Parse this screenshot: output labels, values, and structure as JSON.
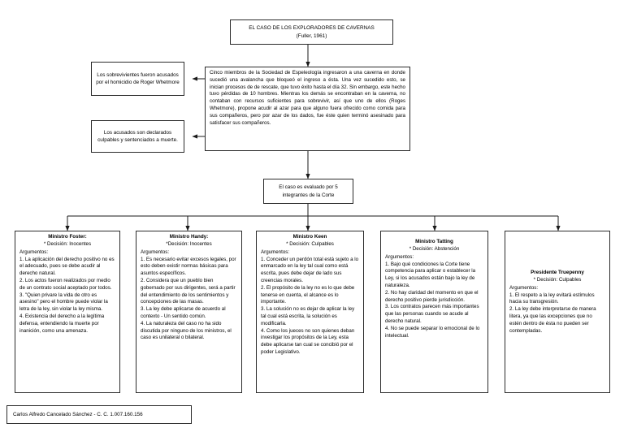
{
  "diagram": {
    "title_box": {
      "line1": "EL CASO DE LOS EXPLORADORES DE CAVERNAS",
      "line2": "(Fuller, 1961)"
    },
    "case_box": {
      "text": "Cinco miembros de la Sociedad de Espeleología ingresaron a una caverna en donde sucedió una avalancha que bloqueó el ingreso a ésta. Una vez sucedido esto, se inician procesos de de rescate, que tuvo éxito hasta el día 32. Sin embargo, este hecho tuvo pérdidas de 10 hombres. Mientras los demás se encontraban en la caverna, no contaban con recursos suficientes para sobrevivir, así que uno de ellos (Roges Whetmore), propone acudir al azar para que alguno fuera ofrecido como comida para sus compañeros, pero por azar de los dados, fue éste quien terminó asesinado para satisfacer sus compañeros."
    },
    "accused_box": {
      "text": "Los sobrevivientes fueron acusados por el homicidio de Roger Whetmore"
    },
    "guilty_box": {
      "text": "Los acusados son declarados culpables y sentenciados a muerte."
    },
    "court_box": {
      "text": "El caso es evaluado por 5 integrantes de la Corte"
    },
    "ministers": [
      {
        "name": "Ministro Foster:",
        "decision": "* Decisión: Inocentes",
        "args_label": "Argumentos:",
        "arguments": [
          "1. La aplicación del derecho positivo no es el adecuado, pues se debe acudir al derecho natural.",
          "2. Los actos fueron realizados por medio de un contrato social aceptado por todos.",
          "3. \"Quien privare la vida de otro es asesino\" pero el hombre puede violar la letra de la ley, sin violar la ley misma.",
          "4. Existencia del derecho a la legítima defensa, entendiendo la muerte por inanición, como una amenaza."
        ]
      },
      {
        "name": "Ministro Handy:",
        "decision": "*Decisión: Inocentes",
        "args_label": "Argumentos:",
        "arguments": [
          "1. Es necesario evitar excesos legales, por esto deben existir normas básicas para asuntos específicos.",
          "2. Considera que un pueblo bien gobernado por sus dirigentes, será a partir del entendimiento de los sentimientos y concepciones de las masas.",
          "3. La ley debe aplicarse de acuerdo al contexto - Un sentido común.",
          "4. La naturaleza del caso no ha sido discutida por ninguno de los ministros, el caso es unilateral o bilateral."
        ]
      },
      {
        "name": "Ministro Keen",
        "decision": "* Decisión: Culpables",
        "args_label": "Argumentos:",
        "arguments": [
          "1. Conceder un perdón total está sujeto a lo enmarcado en la ley tal cual como está escrita, pues debe dejar de lado sus creencias morales.",
          "2. El propósito de la ley no es lo que debe tenerse en cuenta, el alcance es lo importante.",
          "3. La solución no es dejar de aplicar la ley tal cual está escrita, la solución es modificarla.",
          "4. Como los jueces no son quienes deban investigar los propósitos de la Ley, esta debe aplicarse tan cual se concibió por el poder Legislativo."
        ]
      },
      {
        "name": "Ministro Tatting",
        "decision": "* Decisión: Abstención",
        "args_label": "Argumentos:",
        "arguments": [
          "1. Bajo qué condiciones la Corte tiene competencia para aplicar o establecer la Ley, si los acusados están bajo la ley de naturaleza.",
          "2. No hay claridad del momento en que el derecho positivo pierde jurisdicción.",
          "3. Los contratos parecen más importantes que las personas cuando se acude al derecho natural.",
          "4. No se puede separar lo emocional de lo intelectual."
        ]
      },
      {
        "name": "Presidente Truepenny",
        "decision": "* Decisión: Culpables",
        "args_label": "Argumentos:",
        "arguments": [
          "1. El respeto a la ley evitará estímulos hacia su transgresión.",
          "2. La ley debe interpretarse de manera litera, ya que las excepciones que no estén dentro de ésta no pueden ser contempladas."
        ]
      }
    ],
    "footer": {
      "text": "Carlos Alfredo Cancelado Sánchez - C. C. 1.007.160.156"
    },
    "colors": {
      "border": "#2b2b2b",
      "background": "#ffffff",
      "text": "#000000"
    }
  }
}
